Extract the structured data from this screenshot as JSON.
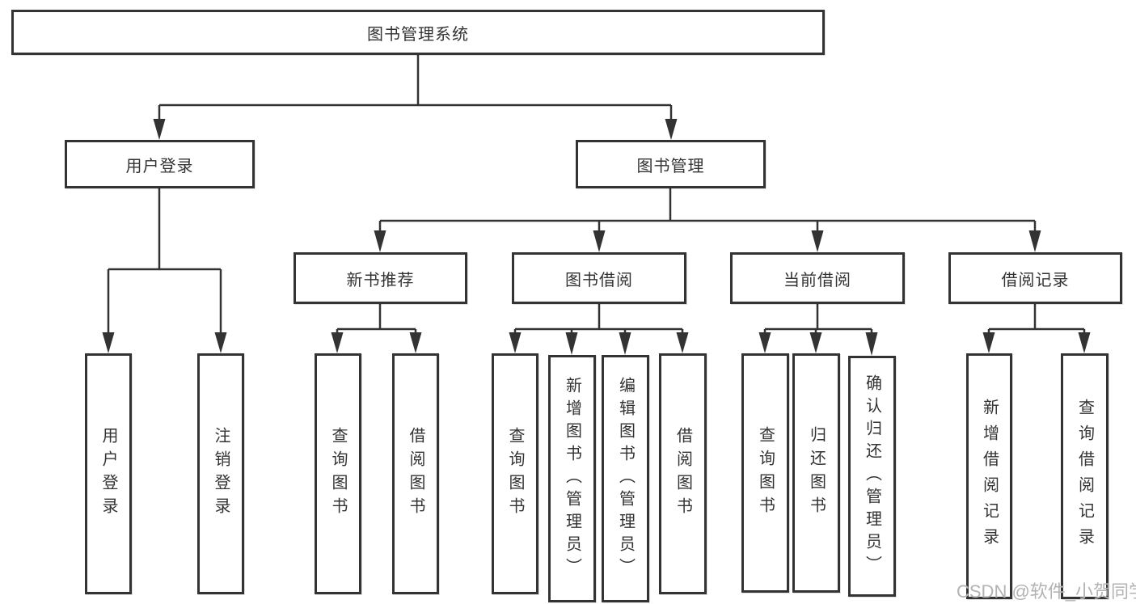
{
  "diagram": {
    "root": {
      "label": "图书管理系统"
    },
    "level2": [
      {
        "label": "用户登录"
      },
      {
        "label": "图书管理"
      }
    ],
    "level3": [
      {
        "label": "新书推荐"
      },
      {
        "label": "图书借阅"
      },
      {
        "label": "当前借阅"
      },
      {
        "label": "借阅记录"
      }
    ],
    "leaves": [
      {
        "label": "用户登录"
      },
      {
        "label": "注销登录"
      },
      {
        "label": "查询图书"
      },
      {
        "label": "借阅图书"
      },
      {
        "label": "查询图书"
      },
      {
        "label": "新增图书（管理员）"
      },
      {
        "label": "编辑图书（管理员）"
      },
      {
        "label": "借阅图书"
      },
      {
        "label": "查询图书"
      },
      {
        "label": "归还图书"
      },
      {
        "label": "确认归还（管理员）"
      },
      {
        "label": "新增借阅记录"
      },
      {
        "label": "查询借阅记录"
      }
    ]
  },
  "watermark": {
    "text": "CSDN @软件_小贺同学"
  },
  "colors": {
    "line": "#333333",
    "text": "#333333",
    "watermark": "#b3b3b3",
    "background": "#ffffff"
  }
}
